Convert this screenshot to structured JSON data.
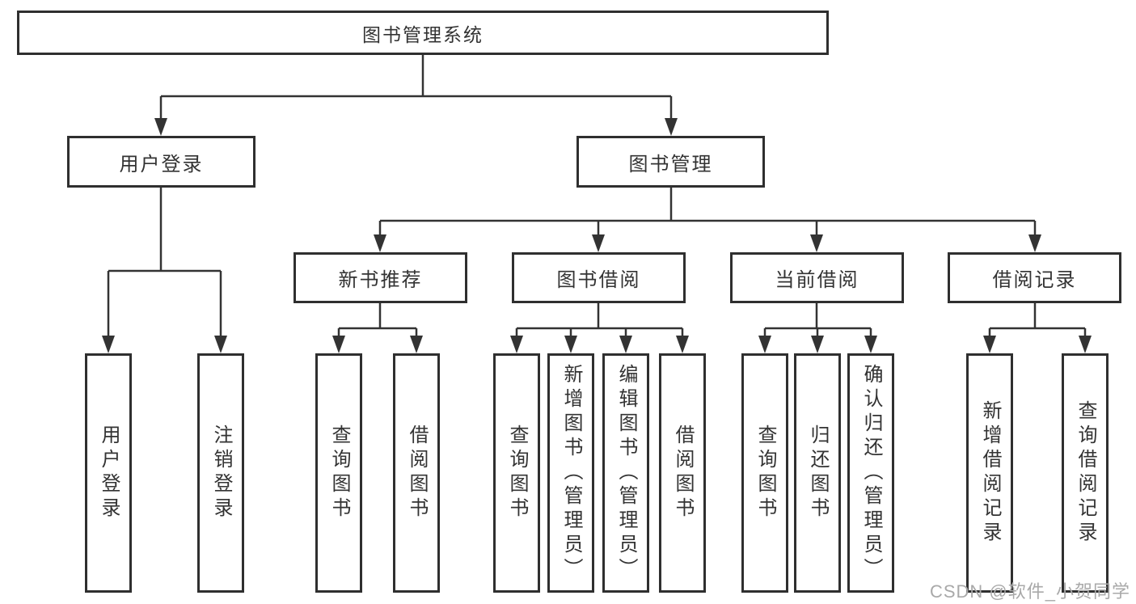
{
  "colors": {
    "line": "#333333",
    "box-border": "#2f2f2f",
    "text": "#333333",
    "watermark": "#a9a9a9",
    "bg": "#ffffff"
  },
  "watermark": "CSDN @软件_小贺同学",
  "tree": {
    "root": {
      "label": "图书管理系统"
    },
    "branches": [
      {
        "label": "用户登录",
        "children": [
          {
            "label": "用户登录"
          },
          {
            "label": "注销登录"
          }
        ]
      },
      {
        "label": "图书管理",
        "groups": [
          {
            "label": "新书推荐",
            "children": [
              {
                "label": "查询图书"
              },
              {
                "label": "借阅图书"
              }
            ]
          },
          {
            "label": "图书借阅",
            "children": [
              {
                "label": "查询图书"
              },
              {
                "label": "新增图书（管理员）"
              },
              {
                "label": "编辑图书（管理员）"
              },
              {
                "label": "借阅图书"
              }
            ]
          },
          {
            "label": "当前借阅",
            "children": [
              {
                "label": "查询图书"
              },
              {
                "label": "归还图书"
              },
              {
                "label": "确认归还（管理员）"
              }
            ]
          },
          {
            "label": "借阅记录",
            "children": [
              {
                "label": "新增借阅记录"
              },
              {
                "label": "查询借阅记录"
              }
            ]
          }
        ]
      }
    ]
  }
}
